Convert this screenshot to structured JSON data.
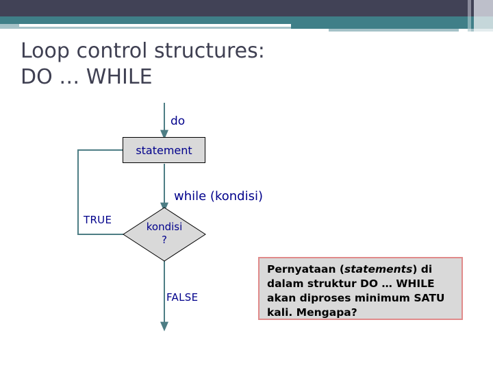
{
  "slide": {
    "title_line1": "Loop control structures:",
    "title_line2": "DO … WHILE",
    "title_color": "#3f4052"
  },
  "header": {
    "band_dark_color": "#414256",
    "band_teal_color": "#3f7f88",
    "band_light_color": "#a5c2c8"
  },
  "flowchart": {
    "type": "flowchart",
    "connector_color": "#4d7d84",
    "node_fill": "#d9d9d9",
    "node_border": "#000000",
    "node_text_color": "#00008b",
    "labels": {
      "do": "do",
      "while": "while  (kondisi)",
      "true": "TRUE",
      "false": "FALSE"
    },
    "nodes": [
      {
        "id": "statement",
        "shape": "rectangle",
        "text": "statement"
      },
      {
        "id": "decision",
        "shape": "diamond",
        "text_line1": "kondisi",
        "text_line2": "?"
      }
    ]
  },
  "callout": {
    "border_color": "#e08a8a",
    "fill_color": "#d9d9d9",
    "text_part1": "Pernyataan (",
    "text_italic": "statements",
    "text_part2": ") di dalam struktur DO … WHILE akan diproses minimum SATU kali. Mengapa?"
  }
}
